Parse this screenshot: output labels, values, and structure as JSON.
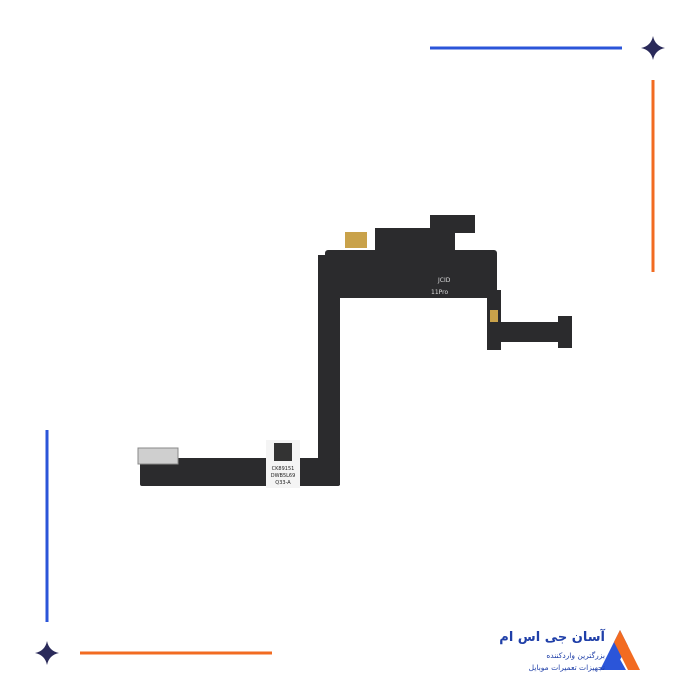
{
  "brand": {
    "name": "آسان جی اس ام",
    "tagline_1": "بزرگترین واردکننده",
    "tagline_2": "تجهیزات تعمیرات موبایل"
  },
  "product": {
    "cable_brand": "JCID",
    "cable_model": "11Pro",
    "label_lines": [
      "CK89151",
      "DWB5L69",
      "Q33-A"
    ]
  },
  "colors": {
    "blue": "#2b55d9",
    "orange": "#f26b21",
    "navy": "#2a2a5a",
    "cable": "#2b2b2d"
  }
}
